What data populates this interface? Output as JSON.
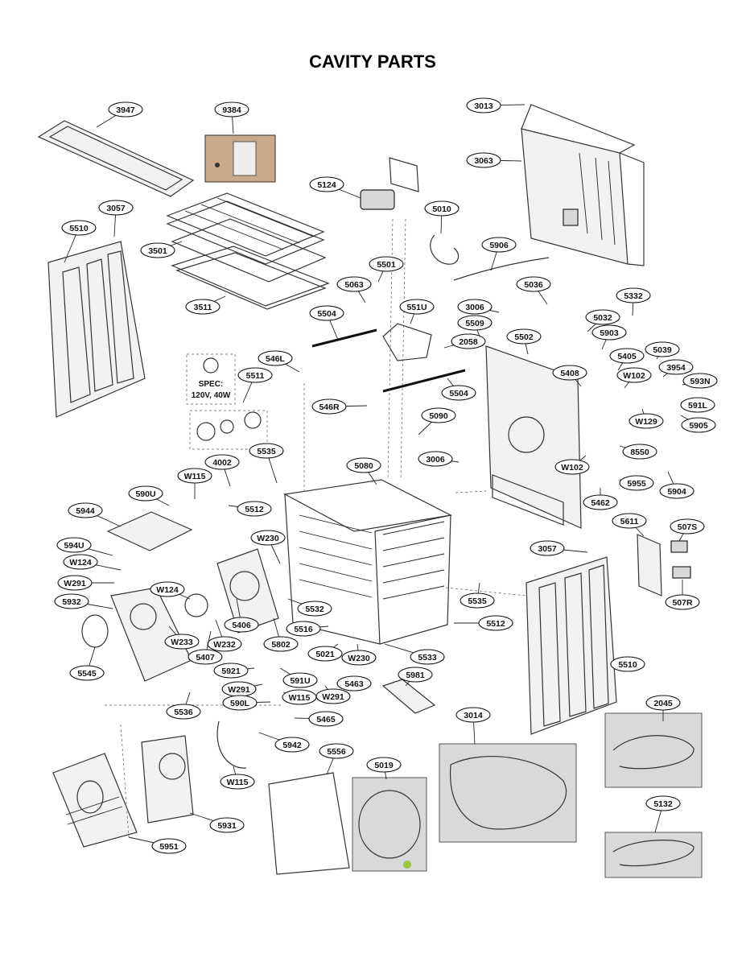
{
  "title": "CAVITY PARTS",
  "spec": {
    "line1": "SPEC:",
    "line2": "120V, 40W"
  },
  "labels": [
    {
      "id": "3947",
      "text": "3947"
    },
    {
      "id": "9384",
      "text": "9384"
    },
    {
      "id": "3013",
      "text": "3013"
    },
    {
      "id": "3063",
      "text": "3063"
    },
    {
      "id": "5124",
      "text": "5124"
    },
    {
      "id": "3057a",
      "text": "3057"
    },
    {
      "id": "5010",
      "text": "5010"
    },
    {
      "id": "5510a",
      "text": "5510"
    },
    {
      "id": "3501",
      "text": "3501"
    },
    {
      "id": "5906",
      "text": "5906"
    },
    {
      "id": "5501",
      "text": "5501"
    },
    {
      "id": "5063",
      "text": "5063"
    },
    {
      "id": "5036",
      "text": "5036"
    },
    {
      "id": "3511",
      "text": "3511"
    },
    {
      "id": "5332",
      "text": "5332"
    },
    {
      "id": "551U",
      "text": "551U"
    },
    {
      "id": "3006a",
      "text": "3006"
    },
    {
      "id": "5504a",
      "text": "5504"
    },
    {
      "id": "5032",
      "text": "5032"
    },
    {
      "id": "5509",
      "text": "5509"
    },
    {
      "id": "5903",
      "text": "5903"
    },
    {
      "id": "5502",
      "text": "5502"
    },
    {
      "id": "2058",
      "text": "2058"
    },
    {
      "id": "5039",
      "text": "5039"
    },
    {
      "id": "546L",
      "text": "546L"
    },
    {
      "id": "5405",
      "text": "5405"
    },
    {
      "id": "3954",
      "text": "3954"
    },
    {
      "id": "5511",
      "text": "5511"
    },
    {
      "id": "5408",
      "text": "5408"
    },
    {
      "id": "W102a",
      "text": "W102"
    },
    {
      "id": "593N",
      "text": "593N"
    },
    {
      "id": "5504b",
      "text": "5504"
    },
    {
      "id": "591L",
      "text": "591L"
    },
    {
      "id": "546R",
      "text": "546R"
    },
    {
      "id": "W129",
      "text": "W129"
    },
    {
      "id": "5905",
      "text": "5905"
    },
    {
      "id": "5090",
      "text": "5090"
    },
    {
      "id": "5535a",
      "text": "5535"
    },
    {
      "id": "8550",
      "text": "8550"
    },
    {
      "id": "4002",
      "text": "4002"
    },
    {
      "id": "3006b",
      "text": "3006"
    },
    {
      "id": "W102b",
      "text": "W102"
    },
    {
      "id": "5080",
      "text": "5080"
    },
    {
      "id": "W115a",
      "text": "W115"
    },
    {
      "id": "5955",
      "text": "5955"
    },
    {
      "id": "5904",
      "text": "5904"
    },
    {
      "id": "590U",
      "text": "590U"
    },
    {
      "id": "5512a",
      "text": "5512"
    },
    {
      "id": "5462",
      "text": "5462"
    },
    {
      "id": "5944",
      "text": "5944"
    },
    {
      "id": "5611",
      "text": "5611"
    },
    {
      "id": "507S",
      "text": "507S"
    },
    {
      "id": "W230a",
      "text": "W230"
    },
    {
      "id": "594U",
      "text": "594U"
    },
    {
      "id": "3057b",
      "text": "3057"
    },
    {
      "id": "W124a",
      "text": "W124"
    },
    {
      "id": "W291a",
      "text": "W291"
    },
    {
      "id": "W124b",
      "text": "W124"
    },
    {
      "id": "5532",
      "text": "5532"
    },
    {
      "id": "5535b",
      "text": "5535"
    },
    {
      "id": "507R",
      "text": "507R"
    },
    {
      "id": "5932",
      "text": "5932"
    },
    {
      "id": "5406",
      "text": "5406"
    },
    {
      "id": "5516",
      "text": "5516"
    },
    {
      "id": "5512b",
      "text": "5512"
    },
    {
      "id": "W233",
      "text": "W233"
    },
    {
      "id": "W232",
      "text": "W232"
    },
    {
      "id": "5802",
      "text": "5802"
    },
    {
      "id": "5021",
      "text": "5021"
    },
    {
      "id": "5407",
      "text": "5407"
    },
    {
      "id": "W230b",
      "text": "W230"
    },
    {
      "id": "5533",
      "text": "5533"
    },
    {
      "id": "5545",
      "text": "5545"
    },
    {
      "id": "5921",
      "text": "5921"
    },
    {
      "id": "5510b",
      "text": "5510"
    },
    {
      "id": "591U",
      "text": "591U"
    },
    {
      "id": "5463",
      "text": "5463"
    },
    {
      "id": "5981",
      "text": "5981"
    },
    {
      "id": "W291b",
      "text": "W291"
    },
    {
      "id": "W115b",
      "text": "W115"
    },
    {
      "id": "W291c",
      "text": "W291"
    },
    {
      "id": "590L",
      "text": "590L"
    },
    {
      "id": "5536",
      "text": "5536"
    },
    {
      "id": "3014",
      "text": "3014"
    },
    {
      "id": "2045",
      "text": "2045"
    },
    {
      "id": "5465",
      "text": "5465"
    },
    {
      "id": "5942",
      "text": "5942"
    },
    {
      "id": "5556",
      "text": "5556"
    },
    {
      "id": "5019",
      "text": "5019"
    },
    {
      "id": "W115c",
      "text": "W115"
    },
    {
      "id": "5132",
      "text": "5132"
    },
    {
      "id": "5931",
      "text": "5931"
    },
    {
      "id": "5951",
      "text": "5951"
    }
  ]
}
